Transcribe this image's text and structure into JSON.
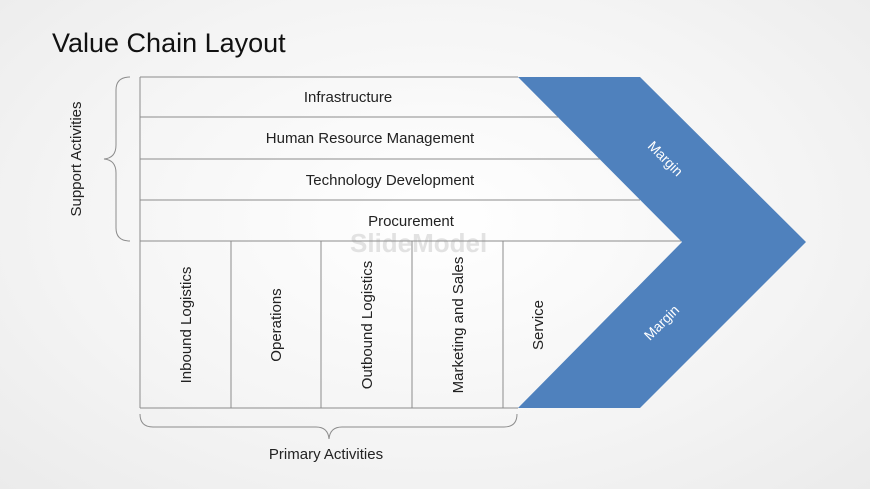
{
  "title": "Value Chain Layout",
  "support_activities": {
    "label": "Support Activities",
    "rows": [
      "Infrastructure",
      "Human Resource Management",
      "Technology Development",
      "Procurement"
    ]
  },
  "primary_activities": {
    "label": "Primary Activities",
    "columns": [
      "Inbound Logistics",
      "Operations",
      "Outbound Logistics",
      "Marketing and Sales",
      "Service"
    ]
  },
  "margin": {
    "upper_label": "Margin",
    "lower_label": "Margin",
    "color": "#4f81bd"
  },
  "watermark": "SlideModel"
}
